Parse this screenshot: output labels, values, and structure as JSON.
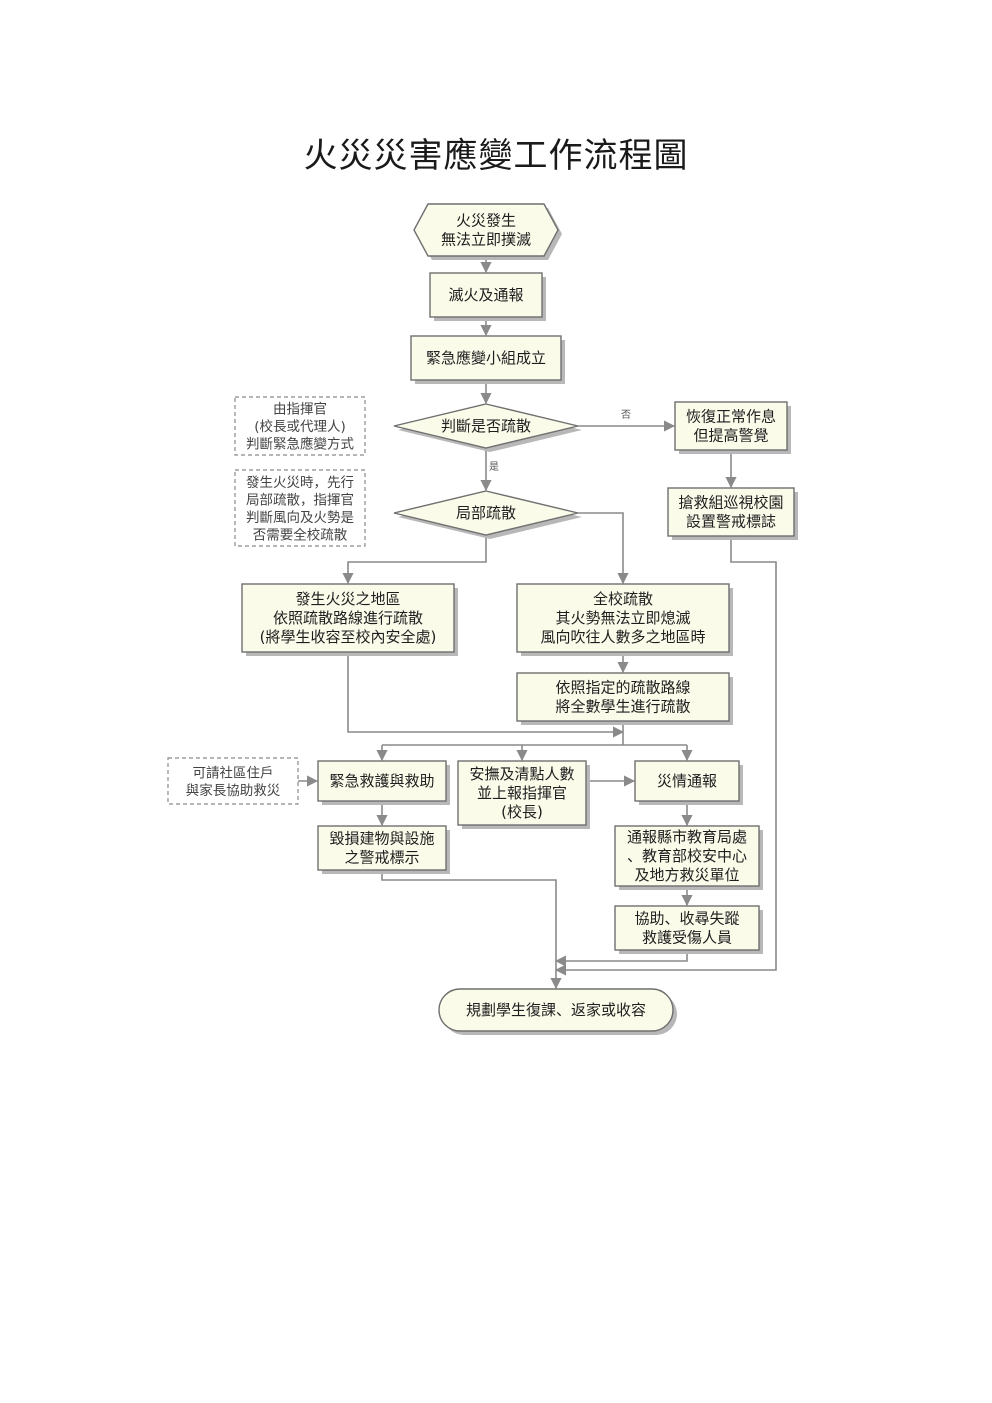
{
  "title": "火災災害應變工作流程圖",
  "nodes": {
    "start": [
      "火災發生",
      "無法立即撲滅"
    ],
    "extinguish": [
      "滅火及通報"
    ],
    "team": [
      "緊急應變小組成立"
    ],
    "decide": [
      "判斷是否疏散"
    ],
    "normal": [
      "恢復正常作息",
      "但提高警覺"
    ],
    "patrol": [
      "搶救組巡視校園",
      "設置警戒標誌"
    ],
    "partial": [
      "局部疏散"
    ],
    "area": [
      "發生火災之地區",
      "依照疏散路線進行疏散",
      "(將學生收容至校內安全處)"
    ],
    "whole": [
      "全校疏散",
      "其火勢無法立即熄滅",
      "風向吹往人數多之地區時"
    ],
    "route": [
      "依照指定的疏散路線",
      "將全數學生進行疏散"
    ],
    "rescue": [
      "緊急救護與救助"
    ],
    "count": [
      "安撫及清點人數",
      "並上報指揮官",
      "(校長)"
    ],
    "report": [
      "災情通報"
    ],
    "damage": [
      "毀損建物與設施",
      "之警戒標示"
    ],
    "notify": [
      "通報縣市教育局處",
      "、教育部校安中心",
      "及地方救災單位"
    ],
    "search": [
      "協助、收尋失蹤",
      "救護受傷人員"
    ],
    "end": [
      "規劃學生復課、返家或收容"
    ]
  },
  "notes": {
    "commander": [
      "由指揮官",
      "(校長或代理人)",
      "判斷緊急應變方式"
    ],
    "fire": [
      "發生火災時，先行",
      "局部疏散，指揮官",
      "判斷風向及火勢是",
      "否需要全校疏散"
    ],
    "community": [
      "可請社區住戶",
      "與家長協助救災"
    ]
  },
  "labels": {
    "no": "否",
    "yes": "是"
  }
}
